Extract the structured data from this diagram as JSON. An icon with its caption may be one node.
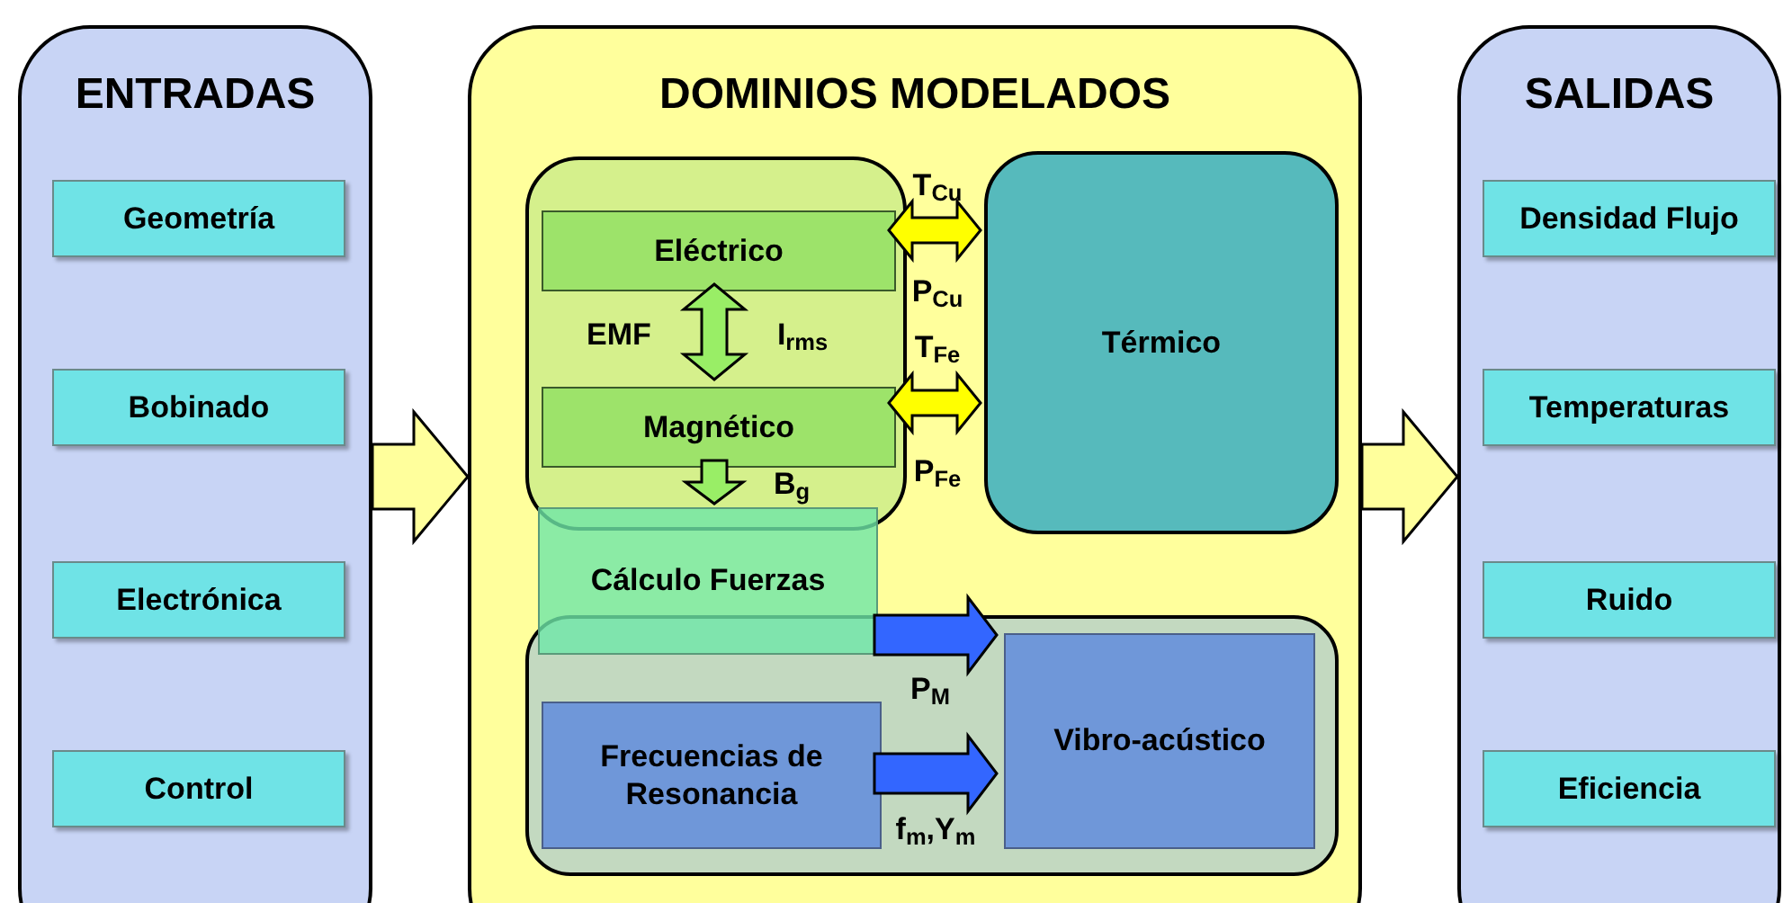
{
  "diagram": {
    "nodes": [
      {
        "text": [
          "ENTRADAS"
        ]
      },
      {
        "text": [
          "Geometría"
        ],
        "in": 0
      },
      {
        "text": [
          "Bobinado"
        ],
        "in": 0
      },
      {
        "text": [
          "Electrónica"
        ],
        "in": 0
      },
      {
        "text": [
          "Control"
        ],
        "in": 0
      },
      {
        "text": [
          "DOMINIOS MODELADOS"
        ]
      },
      {
        "text": [],
        "shape": "box",
        "in": 5
      },
      {
        "text": [
          "Eléctrico"
        ],
        "in": 6
      },
      {
        "text": [
          "Magnético"
        ],
        "in": 6
      },
      {
        "text": [
          "Térmico"
        ],
        "in": 5
      },
      {
        "text": [
          "Cálculo Fuerzas"
        ],
        "in": 5
      },
      {
        "text": [],
        "shape": "box",
        "in": 5
      },
      {
        "text": [
          "Frecuencias de Resonancia"
        ],
        "in": 11
      },
      {
        "text": [
          "Vibro-acústico"
        ],
        "in": 11
      },
      {
        "text": [
          "SALIDAS"
        ]
      },
      {
        "text": [
          "Densidad Flujo"
        ],
        "in": 14
      },
      {
        "text": [
          "Temperaturas"
        ],
        "in": 14
      },
      {
        "text": [
          "Ruido"
        ],
        "in": 14
      },
      {
        "text": [
          "Eficiencia"
        ],
        "in": 14
      }
    ],
    "edges": [
      {
        "from": 0,
        "to": 5,
        "arrow": "to"
      },
      {
        "from": 5,
        "to": 14,
        "arrow": "to"
      },
      {
        "from": 7,
        "to": 8,
        "arrow": "both",
        "label": "EMF",
        "color": "#99ee66"
      },
      {
        "from": 7,
        "to": 9,
        "arrow": "both",
        "label": "T$_{Cu}$",
        "color": "#ffff00"
      },
      {
        "from": 8,
        "to": 9,
        "arrow": "both",
        "label": "T$_{Fe}$",
        "color": "#ffff00"
      },
      {
        "from": 8,
        "to": 10,
        "arrow": "to",
        "label": "B$_{g}$",
        "color": "#99ee66"
      },
      {
        "from": 10,
        "to": 13,
        "arrow": "to",
        "label": "P$_{M}$",
        "color": "#3366ff"
      },
      {
        "from": 12,
        "to": 13,
        "arrow": "to",
        "label": "f$_{m}$,Y$_{m}$",
        "color": "#3366ff"
      }
    ],
    "labels": [
      "I$_{rms}$",
      "P$_{Cu}$",
      "P$_{Fe}$"
    ]
  }
}
